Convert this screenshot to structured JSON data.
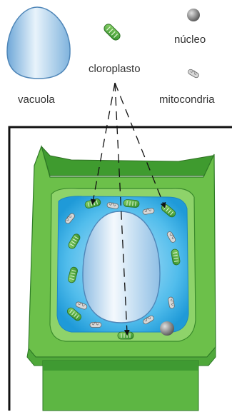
{
  "legend": {
    "vacuole_label": "vacuola",
    "chloroplast_label": "cloroplasto",
    "nucleus_label": "núcleo",
    "mitochondria_label": "mitocondria"
  },
  "colors": {
    "cell_wall": "#5fba3a",
    "cytoplasm": "#3fb1e8",
    "vacuole": "#cfe6f6",
    "chloroplast": "#4caf37",
    "nucleus": "#7a7a7a",
    "mitochondria": "#b8b8b8"
  }
}
